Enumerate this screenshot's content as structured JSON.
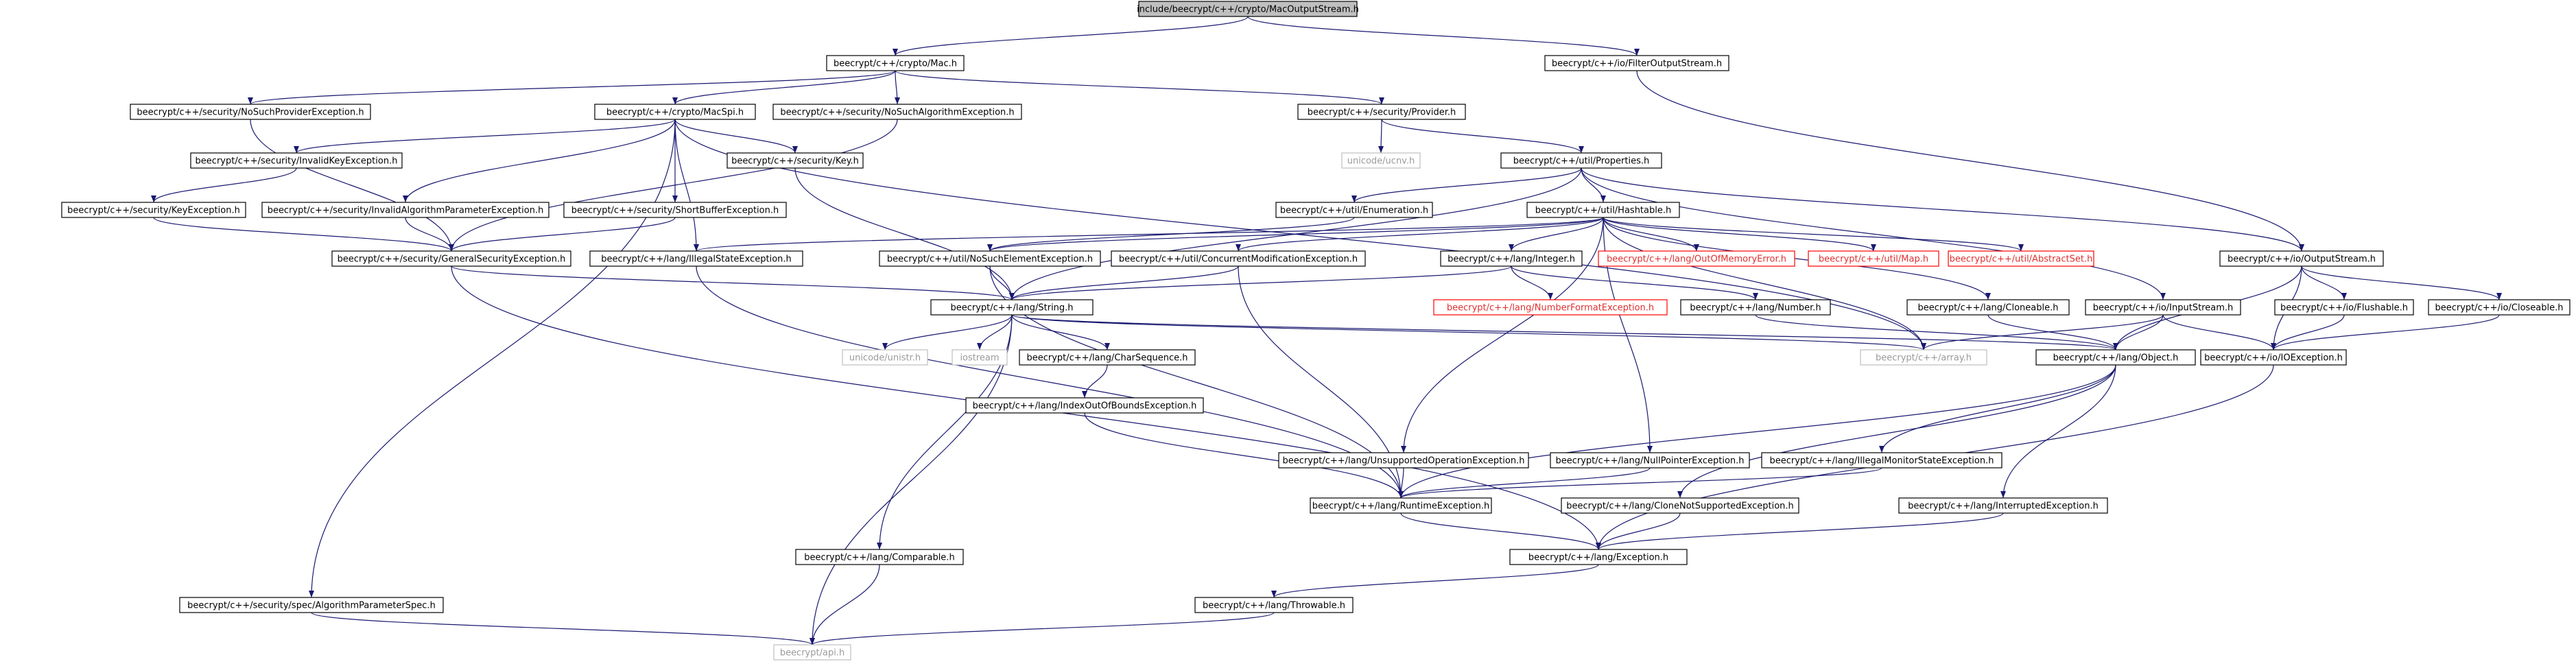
{
  "nodes": [
    {
      "id": "root",
      "label": "include/beecrypt/c++/crypto/MacOutputStream.h",
      "status": "root"
    },
    {
      "id": "mac",
      "label": "beecrypt/c++/crypto/Mac.h",
      "status": "normal"
    },
    {
      "id": "filteros",
      "label": "beecrypt/c++/io/FilterOutputStream.h",
      "status": "normal"
    },
    {
      "id": "nosuchprov",
      "label": "beecrypt/c++/security/NoSuchProviderException.h",
      "status": "normal"
    },
    {
      "id": "macspi",
      "label": "beecrypt/c++/crypto/MacSpi.h",
      "status": "normal"
    },
    {
      "id": "nosuchalg",
      "label": "beecrypt/c++/security/NoSuchAlgorithmException.h",
      "status": "normal"
    },
    {
      "id": "provider",
      "label": "beecrypt/c++/security/Provider.h",
      "status": "normal"
    },
    {
      "id": "invkey",
      "label": "beecrypt/c++/security/InvalidKeyException.h",
      "status": "normal"
    },
    {
      "id": "key",
      "label": "beecrypt/c++/security/Key.h",
      "status": "normal"
    },
    {
      "id": "unicodeuconv",
      "label": "unicode/ucnv.h",
      "status": "external"
    },
    {
      "id": "properties",
      "label": "beecrypt/c++/util/Properties.h",
      "status": "normal"
    },
    {
      "id": "keyexc",
      "label": "beecrypt/c++/security/KeyException.h",
      "status": "normal"
    },
    {
      "id": "invalgparam",
      "label": "beecrypt/c++/security/InvalidAlgorithmParameterException.h",
      "status": "normal"
    },
    {
      "id": "shortbuf",
      "label": "beecrypt/c++/security/ShortBufferException.h",
      "status": "normal"
    },
    {
      "id": "enumeration",
      "label": "beecrypt/c++/util/Enumeration.h",
      "status": "normal"
    },
    {
      "id": "hashtable",
      "label": "beecrypt/c++/util/Hashtable.h",
      "status": "normal"
    },
    {
      "id": "gensec",
      "label": "beecrypt/c++/security/GeneralSecurityException.h",
      "status": "normal"
    },
    {
      "id": "illstate",
      "label": "beecrypt/c++/lang/IllegalStateException.h",
      "status": "normal"
    },
    {
      "id": "nosuchelem",
      "label": "beecrypt/c++/util/NoSuchElementException.h",
      "status": "normal"
    },
    {
      "id": "concmod",
      "label": "beecrypt/c++/util/ConcurrentModificationException.h",
      "status": "normal"
    },
    {
      "id": "integer",
      "label": "beecrypt/c++/lang/Integer.h",
      "status": "normal"
    },
    {
      "id": "oom",
      "label": "beecrypt/c++/lang/OutOfMemoryError.h",
      "status": "missing"
    },
    {
      "id": "map",
      "label": "beecrypt/c++/util/Map.h",
      "status": "missing"
    },
    {
      "id": "abstractset",
      "label": "beecrypt/c++/util/AbstractSet.h",
      "status": "missing"
    },
    {
      "id": "outputstream",
      "label": "beecrypt/c++/io/OutputStream.h",
      "status": "normal"
    },
    {
      "id": "string",
      "label": "beecrypt/c++/lang/String.h",
      "status": "normal"
    },
    {
      "id": "numfmt",
      "label": "beecrypt/c++/lang/NumberFormatException.h",
      "status": "missing"
    },
    {
      "id": "number",
      "label": "beecrypt/c++/lang/Number.h",
      "status": "normal"
    },
    {
      "id": "cloneable",
      "label": "beecrypt/c++/lang/Cloneable.h",
      "status": "normal"
    },
    {
      "id": "inputstream",
      "label": "beecrypt/c++/io/InputStream.h",
      "status": "normal"
    },
    {
      "id": "flushable",
      "label": "beecrypt/c++/io/Flushable.h",
      "status": "normal"
    },
    {
      "id": "closeable",
      "label": "beecrypt/c++/io/Closeable.h",
      "status": "normal"
    },
    {
      "id": "unistr",
      "label": "unicode/unistr.h",
      "status": "external"
    },
    {
      "id": "iostream",
      "label": "iostream",
      "status": "external"
    },
    {
      "id": "charseq",
      "label": "beecrypt/c++/lang/CharSequence.h",
      "status": "normal"
    },
    {
      "id": "array",
      "label": "beecrypt/c++/array.h",
      "status": "external"
    },
    {
      "id": "object",
      "label": "beecrypt/c++/lang/Object.h",
      "status": "normal"
    },
    {
      "id": "ioexc",
      "label": "beecrypt/c++/io/IOException.h",
      "status": "normal"
    },
    {
      "id": "indexoob",
      "label": "beecrypt/c++/lang/IndexOutOfBoundsException.h",
      "status": "normal"
    },
    {
      "id": "unsupported",
      "label": "beecrypt/c++/lang/UnsupportedOperationException.h",
      "status": "normal"
    },
    {
      "id": "nullptr",
      "label": "beecrypt/c++/lang/NullPointerException.h",
      "status": "normal"
    },
    {
      "id": "illmonitor",
      "label": "beecrypt/c++/lang/IllegalMonitorStateException.h",
      "status": "normal"
    },
    {
      "id": "runtime",
      "label": "beecrypt/c++/lang/RuntimeException.h",
      "status": "normal"
    },
    {
      "id": "clonenotsup",
      "label": "beecrypt/c++/lang/CloneNotSupportedException.h",
      "status": "normal"
    },
    {
      "id": "interrupted",
      "label": "beecrypt/c++/lang/InterruptedException.h",
      "status": "normal"
    },
    {
      "id": "comparable",
      "label": "beecrypt/c++/lang/Comparable.h",
      "status": "normal"
    },
    {
      "id": "exception",
      "label": "beecrypt/c++/lang/Exception.h",
      "status": "normal"
    },
    {
      "id": "algparamspec",
      "label": "beecrypt/c++/security/spec/AlgorithmParameterSpec.h",
      "status": "normal"
    },
    {
      "id": "throwable",
      "label": "beecrypt/c++/lang/Throwable.h",
      "status": "normal"
    },
    {
      "id": "api",
      "label": "beecrypt/api.h",
      "status": "external"
    }
  ],
  "edges": [
    [
      "root",
      "mac"
    ],
    [
      "root",
      "filteros"
    ],
    [
      "mac",
      "nosuchprov"
    ],
    [
      "mac",
      "macspi"
    ],
    [
      "mac",
      "nosuchalg"
    ],
    [
      "mac",
      "provider"
    ],
    [
      "filteros",
      "outputstream"
    ],
    [
      "nosuchprov",
      "gensec"
    ],
    [
      "macspi",
      "invkey"
    ],
    [
      "macspi",
      "key"
    ],
    [
      "macspi",
      "invalgparam"
    ],
    [
      "macspi",
      "shortbuf"
    ],
    [
      "macspi",
      "illstate"
    ],
    [
      "macspi",
      "algparamspec"
    ],
    [
      "macspi",
      "array"
    ],
    [
      "nosuchalg",
      "gensec"
    ],
    [
      "provider",
      "unicodeuconv"
    ],
    [
      "provider",
      "properties"
    ],
    [
      "invkey",
      "keyexc"
    ],
    [
      "key",
      "string"
    ],
    [
      "properties",
      "enumeration"
    ],
    [
      "properties",
      "hashtable"
    ],
    [
      "properties",
      "outputstream"
    ],
    [
      "properties",
      "inputstream"
    ],
    [
      "properties",
      "string"
    ],
    [
      "keyexc",
      "gensec"
    ],
    [
      "invalgparam",
      "gensec"
    ],
    [
      "shortbuf",
      "gensec"
    ],
    [
      "enumeration",
      "nosuchelem"
    ],
    [
      "hashtable",
      "illstate"
    ],
    [
      "hashtable",
      "nosuchelem"
    ],
    [
      "hashtable",
      "concmod"
    ],
    [
      "hashtable",
      "integer"
    ],
    [
      "hashtable",
      "oom"
    ],
    [
      "hashtable",
      "map"
    ],
    [
      "hashtable",
      "abstractset"
    ],
    [
      "hashtable",
      "unsupported"
    ],
    [
      "hashtable",
      "cloneable"
    ],
    [
      "hashtable",
      "nullptr"
    ],
    [
      "hashtable",
      "array"
    ],
    [
      "gensec",
      "string"
    ],
    [
      "gensec",
      "exception"
    ],
    [
      "illstate",
      "runtime"
    ],
    [
      "nosuchelem",
      "string"
    ],
    [
      "nosuchelem",
      "runtime"
    ],
    [
      "concmod",
      "string"
    ],
    [
      "concmod",
      "runtime"
    ],
    [
      "integer",
      "string"
    ],
    [
      "integer",
      "numfmt"
    ],
    [
      "integer",
      "number"
    ],
    [
      "outputstream",
      "flushable"
    ],
    [
      "outputstream",
      "closeable"
    ],
    [
      "outputstream",
      "object"
    ],
    [
      "outputstream",
      "ioexc"
    ],
    [
      "string",
      "unistr"
    ],
    [
      "string",
      "iostream"
    ],
    [
      "string",
      "charseq"
    ],
    [
      "string",
      "comparable"
    ],
    [
      "string",
      "array"
    ],
    [
      "string",
      "object"
    ],
    [
      "string",
      "api"
    ],
    [
      "number",
      "object"
    ],
    [
      "cloneable",
      "object"
    ],
    [
      "inputstream",
      "object"
    ],
    [
      "inputstream",
      "ioexc"
    ],
    [
      "inputstream",
      "array"
    ],
    [
      "flushable",
      "ioexc"
    ],
    [
      "closeable",
      "ioexc"
    ],
    [
      "charseq",
      "indexoob"
    ],
    [
      "object",
      "illmonitor"
    ],
    [
      "object",
      "runtime"
    ],
    [
      "object",
      "clonenotsup"
    ],
    [
      "object",
      "interrupted"
    ],
    [
      "ioexc",
      "exception"
    ],
    [
      "indexoob",
      "runtime"
    ],
    [
      "unsupported",
      "runtime"
    ],
    [
      "nullptr",
      "runtime"
    ],
    [
      "illmonitor",
      "runtime"
    ],
    [
      "runtime",
      "exception"
    ],
    [
      "clonenotsup",
      "exception"
    ],
    [
      "interrupted",
      "exception"
    ],
    [
      "comparable",
      "api"
    ],
    [
      "exception",
      "throwable"
    ],
    [
      "algparamspec",
      "api"
    ],
    [
      "throwable",
      "api"
    ]
  ]
}
